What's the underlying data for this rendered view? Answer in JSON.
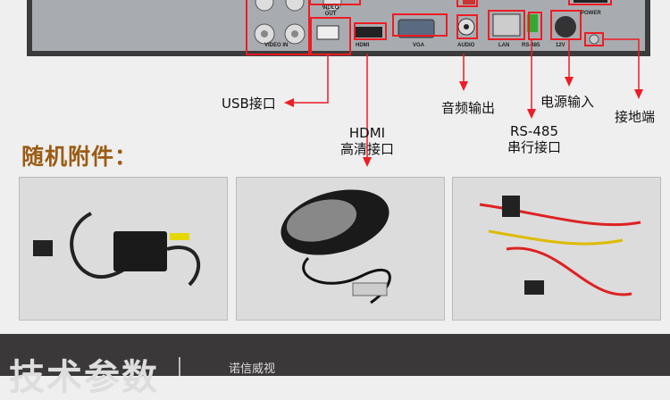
{
  "panel_labels": {
    "video_in": "VIDEO IN",
    "video_out": "VIDEO\nOUT",
    "usb": "USB",
    "hdmi": "HDMI",
    "vga": "VGA",
    "audio": "AUDIO",
    "lan": "LAN",
    "rs485": "RS-485",
    "power_in": "12V",
    "power": "POWER"
  },
  "callouts": {
    "usb": "USB接口",
    "hdmi_1": "HDMI",
    "hdmi_2": "高清接口",
    "audio": "音频输出",
    "rs485_1": "RS-485",
    "rs485_2": "串行接口",
    "power": "电源输入",
    "ground": "接地端"
  },
  "accessories_title": "随机附件：",
  "photos": [
    "power-adapter",
    "mouse",
    "sata-cables"
  ],
  "footer": {
    "title": "技术参数",
    "brand": "诺信威视"
  },
  "colors": {
    "callout_red": "#ee1c24",
    "title_brown": "#9a5c14",
    "footer_bg": "#3a3838"
  }
}
